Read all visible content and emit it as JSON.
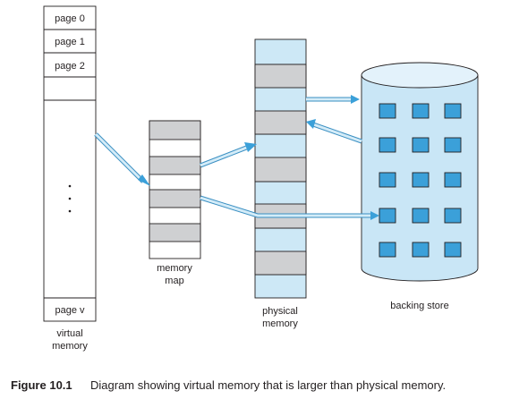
{
  "virtual_memory": {
    "pages": [
      "page 0",
      "page 1",
      "page 2"
    ],
    "ellipsis": "•\n•\n•",
    "last_page": "page v",
    "label_line1": "virtual",
    "label_line2": "memory"
  },
  "memory_map": {
    "label_line1": "memory",
    "label_line2": "map"
  },
  "physical_memory": {
    "label_line1": "physical",
    "label_line2": "memory"
  },
  "backing_store": {
    "label": "backing store"
  },
  "caption": {
    "number": "Figure 10.1",
    "text": "Diagram showing virtual memory that is larger than physical memory."
  },
  "colors": {
    "cell_gray": "#cfd0d2",
    "cell_blue": "#cde8f6",
    "cylinder_body": "#c9e6f6",
    "cylinder_top": "#e3f2fb",
    "window_fill": "#3ba0d9",
    "arrow_fill": "#d4ecf8",
    "arrow_stroke": "#3a8fc2",
    "stroke": "#231f20"
  }
}
